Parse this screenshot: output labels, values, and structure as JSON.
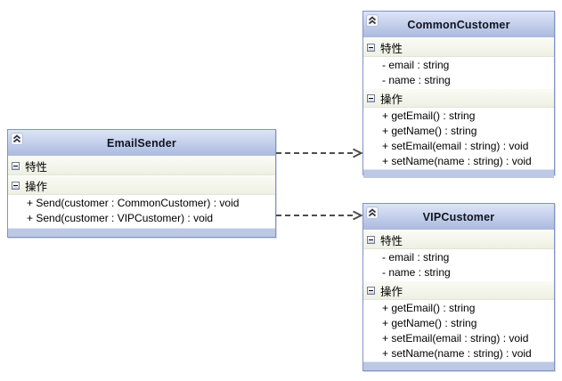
{
  "diagram": {
    "type": "uml-class-diagram",
    "classes": [
      {
        "title": "EmailSender",
        "sections": [
          {
            "label": "特性",
            "members": []
          },
          {
            "label": "操作",
            "members": [
              "+ Send(customer : CommonCustomer) : void",
              "+ Send(customer : VIPCustomer) : void"
            ]
          }
        ]
      },
      {
        "title": "CommonCustomer",
        "sections": [
          {
            "label": "特性",
            "members": [
              "- email : string",
              "- name : string"
            ]
          },
          {
            "label": "操作",
            "members": [
              "+ getEmail() : string",
              "+ getName() : string",
              "+ setEmail(email : string) : void",
              "+ setName(name : string) : void"
            ]
          }
        ]
      },
      {
        "title": "VIPCustomer",
        "sections": [
          {
            "label": "特性",
            "members": [
              "- email : string",
              "- name : string"
            ]
          },
          {
            "label": "操作",
            "members": [
              "+ getEmail() : string",
              "+ getName() : string",
              "+ setEmail(email : string) : void",
              "+ setName(name : string) : void"
            ]
          }
        ]
      }
    ],
    "connectors": [
      {
        "type": "dependency",
        "from": "EmailSender",
        "to": "CommonCustomer",
        "style": "dashed-open-arrow"
      },
      {
        "type": "dependency",
        "from": "EmailSender",
        "to": "VIPCustomer",
        "style": "dashed-open-arrow"
      }
    ],
    "icons": {
      "collapse_chevron": "chevron-double-up-icon",
      "section_collapse": "minus-box-icon"
    },
    "colors": {
      "canvas_bg": "#ffffff",
      "box_border": "#8193c3",
      "header_top": "#dde5f6",
      "header_bottom": "#aab9de",
      "section_row": "#eef0e4",
      "footer_bar": "#bcc8e4",
      "arrow": "#4d4d4d",
      "text": "#000000"
    }
  }
}
